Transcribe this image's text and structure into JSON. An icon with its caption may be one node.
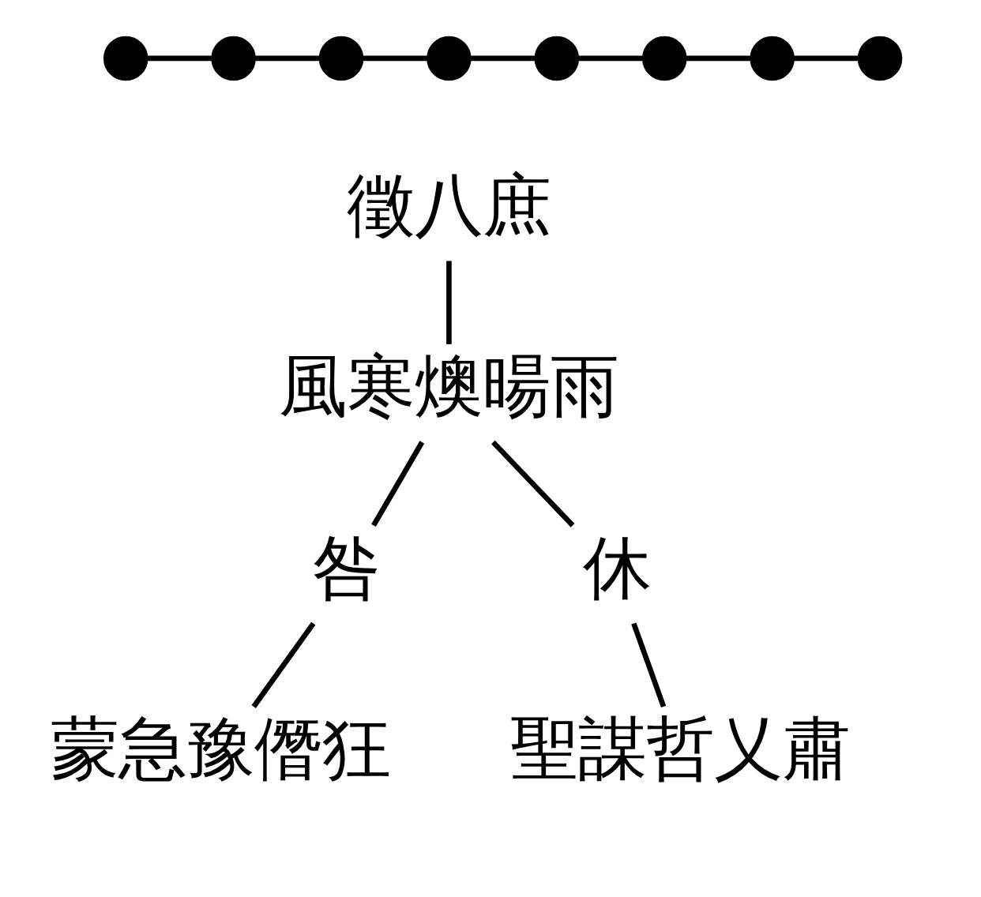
{
  "diagram": {
    "nodes": [
      {
        "text": [],
        "shape": "circle"
      },
      {
        "text": [],
        "shape": "circle"
      },
      {
        "text": [],
        "shape": "circle"
      },
      {
        "text": [],
        "shape": "circle"
      },
      {
        "text": [],
        "shape": "circle"
      },
      {
        "text": [],
        "shape": "circle"
      },
      {
        "text": [],
        "shape": "circle"
      },
      {
        "text": [],
        "shape": "circle"
      },
      {
        "text": [
          "徵八庶"
        ]
      },
      {
        "text": [
          "風寒燠暘雨"
        ]
      },
      {
        "text": [
          "咎"
        ]
      },
      {
        "text": [
          "蒙急豫僭狂"
        ]
      },
      {
        "text": [
          "休"
        ]
      },
      {
        "text": [
          "聖謀哲乂肅"
        ]
      }
    ],
    "edges": [
      {
        "from": 0,
        "to": 1,
        "arrow": "none"
      },
      {
        "from": 1,
        "to": 2,
        "arrow": "none"
      },
      {
        "from": 2,
        "to": 3,
        "arrow": "none"
      },
      {
        "from": 3,
        "to": 4,
        "arrow": "none"
      },
      {
        "from": 4,
        "to": 5,
        "arrow": "none"
      },
      {
        "from": 5,
        "to": 6,
        "arrow": "none"
      },
      {
        "from": 6,
        "to": 7,
        "arrow": "none"
      },
      {
        "from": 8,
        "to": 9,
        "arrow": "none"
      },
      {
        "from": 9,
        "to": 10,
        "arrow": "none"
      },
      {
        "from": 9,
        "to": 12,
        "arrow": "none"
      },
      {
        "from": 10,
        "to": 11,
        "arrow": "none"
      },
      {
        "from": 12,
        "to": 13,
        "arrow": "none"
      }
    ]
  }
}
